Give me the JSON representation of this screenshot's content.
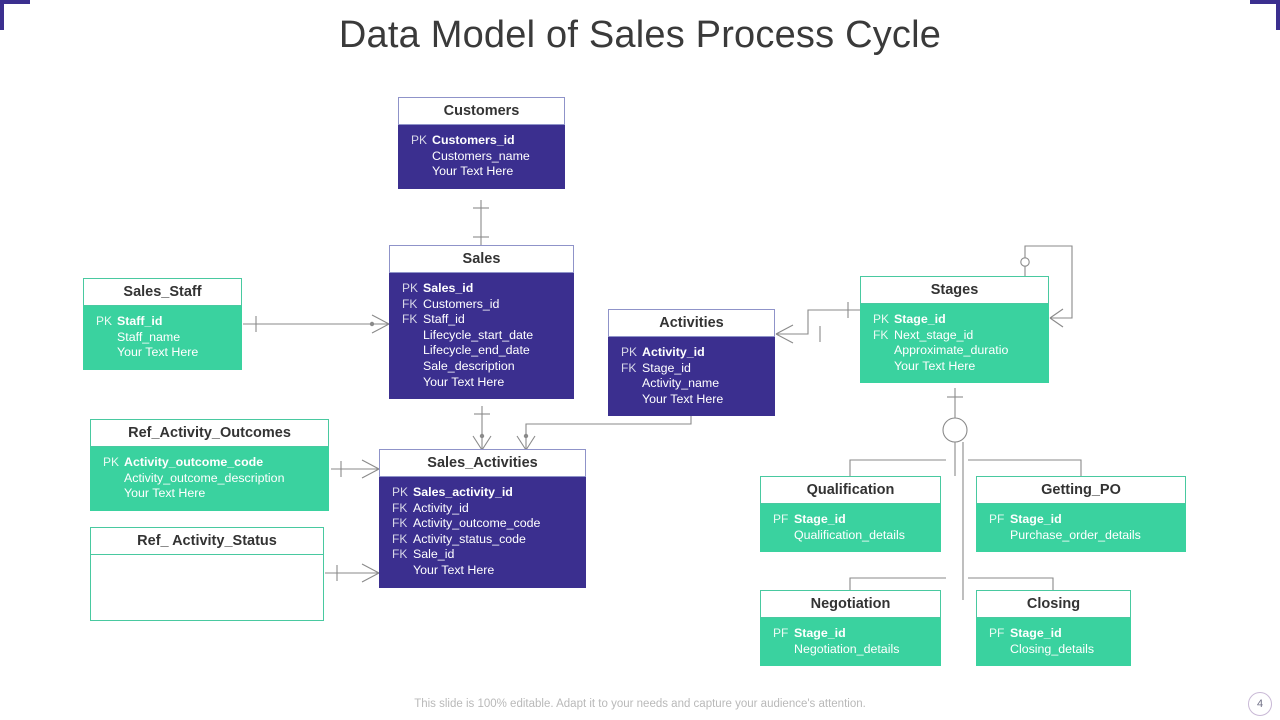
{
  "slide": {
    "title": "Data Model of Sales Process Cycle",
    "footer_note": "This slide is 100% editable. Adapt it to your needs and capture your audience's attention.",
    "page_number": "4",
    "colors": {
      "purple": "#3b2f8f",
      "teal": "#3ad29f",
      "title_gray": "#3a3a3a",
      "footer_gray": "#b9b9b9",
      "connector_gray": "#8a8a8a"
    }
  },
  "entities": {
    "customers": {
      "title": "Customers",
      "theme": "purple",
      "keys": [
        "PK",
        "",
        ""
      ],
      "attributes": [
        {
          "name": "Customers_id",
          "bold": true
        },
        {
          "name": "Customers_name",
          "bold": false
        },
        {
          "name": "Your Text Here",
          "bold": false
        }
      ]
    },
    "sales": {
      "title": "Sales",
      "theme": "purple",
      "keys": [
        "PK",
        "FK",
        "FK",
        "",
        "",
        "",
        ""
      ],
      "attributes": [
        {
          "name": "Sales_id",
          "bold": true
        },
        {
          "name": "Customers_id",
          "bold": false
        },
        {
          "name": "Staff_id",
          "bold": false
        },
        {
          "name": "Lifecycle_start_date",
          "bold": false
        },
        {
          "name": "Lifecycle_end_date",
          "bold": false
        },
        {
          "name": "Sale_description",
          "bold": false
        },
        {
          "name": "Your Text Here",
          "bold": false
        }
      ]
    },
    "sales_staff": {
      "title": "Sales_Staff",
      "theme": "teal",
      "keys": [
        "PK",
        "",
        ""
      ],
      "attributes": [
        {
          "name": "Staff_id",
          "bold": true
        },
        {
          "name": "Staff_name",
          "bold": false
        },
        {
          "name": "Your Text Here",
          "bold": false
        }
      ]
    },
    "activities": {
      "title": "Activities",
      "theme": "purple",
      "keys": [
        "PK",
        "FK",
        "",
        ""
      ],
      "attributes": [
        {
          "name": "Activity_id",
          "bold": true
        },
        {
          "name": "Stage_id",
          "bold": false
        },
        {
          "name": "Activity_name",
          "bold": false
        },
        {
          "name": "Your Text Here",
          "bold": false
        }
      ]
    },
    "stages": {
      "title": "Stages",
      "theme": "teal",
      "keys": [
        "PK",
        "FK",
        "",
        ""
      ],
      "attributes": [
        {
          "name": "Stage_id",
          "bold": true
        },
        {
          "name": "Next_stage_id",
          "bold": false
        },
        {
          "name": "Approximate_duratio",
          "bold": false
        },
        {
          "name": "Your Text Here",
          "bold": false
        }
      ]
    },
    "ref_activity_outcomes": {
      "title": "Ref_Activity_Outcomes",
      "theme": "teal",
      "keys": [
        "PK",
        "",
        ""
      ],
      "attributes": [
        {
          "name": "Activity_outcome_code",
          "bold": true
        },
        {
          "name": "Activity_outcome_description",
          "bold": false
        },
        {
          "name": "Your Text Here",
          "bold": false
        }
      ]
    },
    "ref_activity_status": {
      "title": "Ref_ Activity_Status",
      "theme": "hollow",
      "keys": [],
      "attributes": []
    },
    "sales_activities": {
      "title": "Sales_Activities",
      "theme": "purple",
      "keys": [
        "PK",
        "FK",
        "FK",
        "FK",
        "FK",
        ""
      ],
      "attributes": [
        {
          "name": "Sales_activity_id",
          "bold": true
        },
        {
          "name": "Activity_id",
          "bold": false
        },
        {
          "name": "Activity_outcome_code",
          "bold": false
        },
        {
          "name": "Activity_status_code",
          "bold": false
        },
        {
          "name": "Sale_id",
          "bold": false
        },
        {
          "name": "Your Text Here",
          "bold": false
        }
      ]
    },
    "qualification": {
      "title": "Qualification",
      "theme": "teal",
      "keys": [
        "PF",
        ""
      ],
      "attributes": [
        {
          "name": "Stage_id",
          "bold": true
        },
        {
          "name": "Qualification_details",
          "bold": false
        }
      ]
    },
    "getting_po": {
      "title": "Getting_PO",
      "theme": "teal",
      "keys": [
        "PF",
        ""
      ],
      "attributes": [
        {
          "name": "Stage_id",
          "bold": true
        },
        {
          "name": "Purchase_order_details",
          "bold": false
        }
      ]
    },
    "negotiation": {
      "title": "Negotiation",
      "theme": "teal",
      "keys": [
        "PF",
        ""
      ],
      "attributes": [
        {
          "name": "Stage_id",
          "bold": true
        },
        {
          "name": "Negotiation_details",
          "bold": false
        }
      ]
    },
    "closing": {
      "title": "Closing",
      "theme": "teal",
      "keys": [
        "PF",
        ""
      ],
      "attributes": [
        {
          "name": "Stage_id",
          "bold": true
        },
        {
          "name": "Closing_details",
          "bold": false
        }
      ]
    }
  },
  "relationships": [
    {
      "from": "customers",
      "to": "sales",
      "label": ""
    },
    {
      "from": "sales_staff",
      "to": "sales",
      "label": ""
    },
    {
      "from": "sales",
      "to": "sales_activities",
      "label": ""
    },
    {
      "from": "activities",
      "to": "sales_activities",
      "label": ""
    },
    {
      "from": "activities",
      "to": "stages",
      "label": ""
    },
    {
      "from": "ref_activity_outcomes",
      "to": "sales_activities",
      "label": ""
    },
    {
      "from": "ref_activity_status",
      "to": "sales_activities",
      "label": ""
    },
    {
      "from": "stages",
      "to": "stages",
      "label": ""
    },
    {
      "from": "stages",
      "to": "qualification",
      "label": ""
    },
    {
      "from": "stages",
      "to": "getting_po",
      "label": ""
    },
    {
      "from": "stages",
      "to": "negotiation",
      "label": ""
    },
    {
      "from": "stages",
      "to": "closing",
      "label": ""
    }
  ]
}
